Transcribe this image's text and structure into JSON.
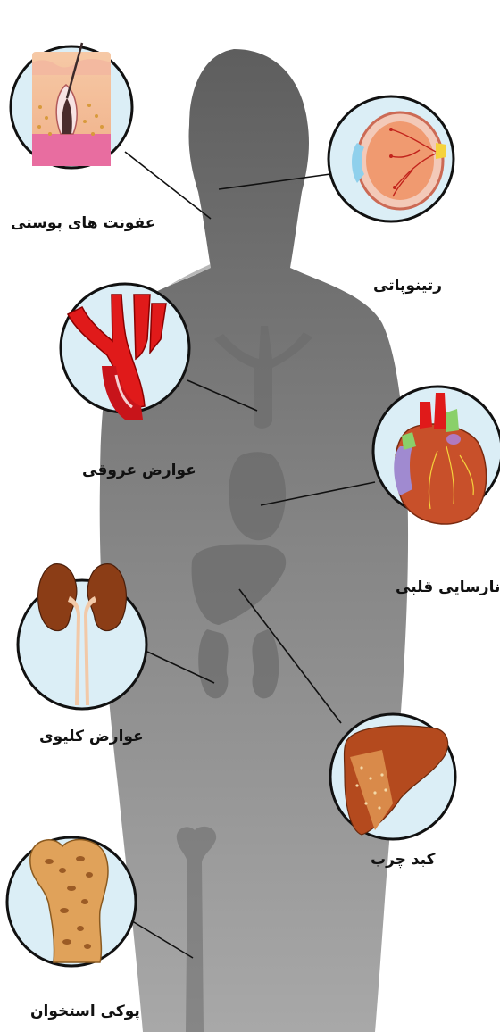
{
  "labels": {
    "skin": "عفونت های پوستی",
    "retina": "رتینوپاتی",
    "vascular": "عوارض عروقی",
    "heart": "نارسایی قلبی",
    "kidney": "عوارض کلیوی",
    "liver": "کبد چرب",
    "bone": "پوکی استخوان"
  },
  "colors": {
    "silhouette_dark": "#5f5f5f",
    "silhouette_light": "#9a9a9a",
    "circle_fill": "#dbeef6",
    "outline": "#111111",
    "artery": "#e01a1a",
    "heart": "#c8502a",
    "kidney": "#8b3d16",
    "liver": "#b44a1e",
    "bone": "#e0a25a"
  },
  "icons": [
    "skin-icon",
    "eye-icon",
    "artery-icon",
    "heart-icon",
    "kidney-icon",
    "liver-icon",
    "bone-icon"
  ]
}
